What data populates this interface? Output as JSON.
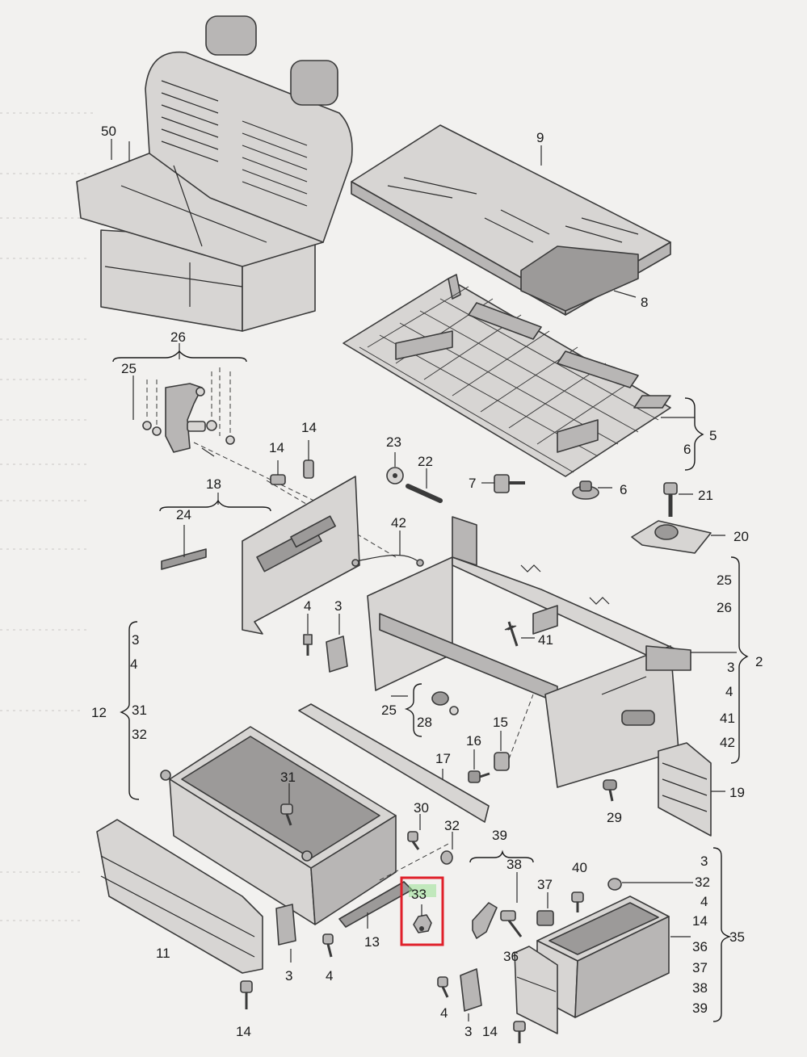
{
  "labels": {
    "l50": "50",
    "l9": "9",
    "l8": "8",
    "l26": "26",
    "l25a": "25",
    "l5": "5",
    "l6a": "6",
    "l14a": "14",
    "l14b": "14",
    "l23": "23",
    "l22": "22",
    "l7": "7",
    "l6b": "6",
    "l21": "21",
    "l20": "20",
    "l18": "18",
    "l24": "24",
    "l42a": "42",
    "l25b": "25",
    "l26b": "26",
    "l2": "2",
    "l3a": "3",
    "l4a": "4",
    "l41a": "41",
    "l42b": "42",
    "l4b": "4",
    "l3b": "3",
    "l41b": "41",
    "l12": "12",
    "l3c": "3",
    "l4c": "4",
    "l31a": "31",
    "l32a": "32",
    "l25c": "25",
    "l28": "28",
    "l15": "15",
    "l16": "16",
    "l17": "17",
    "l31b": "31",
    "l19": "19",
    "l29": "29",
    "l30": "30",
    "l32b": "32",
    "l39a": "39",
    "l33": "33",
    "l38a": "38",
    "l37a": "37",
    "l40": "40",
    "l35": "35",
    "l3d": "3",
    "l32c": "32",
    "l4d": "4",
    "l14c": "14",
    "l36a": "36",
    "l37b": "37",
    "l38b": "38",
    "l39b": "39",
    "l11": "11",
    "l3e": "3",
    "l4e": "4",
    "l13": "13",
    "l36b": "36",
    "l14d": "14",
    "l4f": "4",
    "l3f": "3",
    "l14e": "14"
  },
  "highlight": {
    "part": "33",
    "color": "#e0202a"
  }
}
